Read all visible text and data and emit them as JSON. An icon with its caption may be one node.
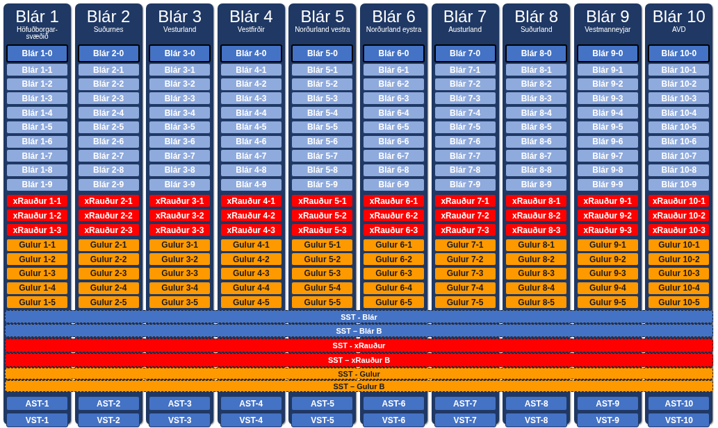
{
  "diagram": {
    "nodes": [
      {
        "text": [
          "Blár 1",
          "Höfuðborgar-svæðið"
        ]
      },
      {
        "text": [
          "Blár 1-0"
        ],
        "in": 0
      },
      {
        "text": [
          "Blár 1-1"
        ],
        "in": 0
      },
      {
        "text": [
          "Blár 1-2"
        ],
        "in": 0
      },
      {
        "text": [
          "Blár 1-3"
        ],
        "in": 0
      },
      {
        "text": [
          "Blár 1-4"
        ],
        "in": 0
      },
      {
        "text": [
          "Blár 1-5"
        ],
        "in": 0
      },
      {
        "text": [
          "Blár 1-6"
        ],
        "in": 0
      },
      {
        "text": [
          "Blár 1-7"
        ],
        "in": 0
      },
      {
        "text": [
          "Blár 1-8"
        ],
        "in": 0
      },
      {
        "text": [
          "Blár 1-9"
        ],
        "in": 0
      },
      {
        "text": [
          "xRauður 1-1"
        ],
        "in": 0
      },
      {
        "text": [
          "xRauður 1-2"
        ],
        "in": 0
      },
      {
        "text": [
          "xRauður 1-3"
        ],
        "in": 0
      },
      {
        "text": [
          "Gulur 1-1"
        ],
        "in": 0
      },
      {
        "text": [
          "Gulur 1-2"
        ],
        "in": 0
      },
      {
        "text": [
          "Gulur 1-3"
        ],
        "in": 0
      },
      {
        "text": [
          "Gulur 1-4"
        ],
        "in": 0
      },
      {
        "text": [
          "Gulur 1-5"
        ],
        "in": 0
      },
      {
        "text": [
          "AST-1"
        ],
        "in": 0
      },
      {
        "text": [
          "VST-1"
        ],
        "in": 0
      },
      {
        "text": [
          "Blár 2",
          "Suðurnes"
        ]
      },
      {
        "text": [
          "Blár 2-0"
        ],
        "in": 21
      },
      {
        "text": [
          "Blár 2-1"
        ],
        "in": 21
      },
      {
        "text": [
          "Blár 2-2"
        ],
        "in": 21
      },
      {
        "text": [
          "Blár 2-3"
        ],
        "in": 21
      },
      {
        "text": [
          "Blár 2-4"
        ],
        "in": 21
      },
      {
        "text": [
          "Blár 2-5"
        ],
        "in": 21
      },
      {
        "text": [
          "Blár 2-6"
        ],
        "in": 21
      },
      {
        "text": [
          "Blár 2-7"
        ],
        "in": 21
      },
      {
        "text": [
          "Blár 2-8"
        ],
        "in": 21
      },
      {
        "text": [
          "Blár 2-9"
        ],
        "in": 21
      },
      {
        "text": [
          "xRauður 2-1"
        ],
        "in": 21
      },
      {
        "text": [
          "xRauður 2-2"
        ],
        "in": 21
      },
      {
        "text": [
          "xRauður 2-3"
        ],
        "in": 21
      },
      {
        "text": [
          "Gulur 2-1"
        ],
        "in": 21
      },
      {
        "text": [
          "Gulur 2-2"
        ],
        "in": 21
      },
      {
        "text": [
          "Gulur 2-3"
        ],
        "in": 21
      },
      {
        "text": [
          "Gulur 2-4"
        ],
        "in": 21
      },
      {
        "text": [
          "Gulur 2-5"
        ],
        "in": 21
      },
      {
        "text": [
          "AST-2"
        ],
        "in": 21
      },
      {
        "text": [
          "VST-2"
        ],
        "in": 21
      },
      {
        "text": [
          "Blár 3",
          "Vesturland"
        ]
      },
      {
        "text": [
          "Blár 3-0"
        ],
        "in": 42
      },
      {
        "text": [
          "Blár 3-1"
        ],
        "in": 42
      },
      {
        "text": [
          "Blár 3-2"
        ],
        "in": 42
      },
      {
        "text": [
          "Blár 3-3"
        ],
        "in": 42
      },
      {
        "text": [
          "Blár 3-4"
        ],
        "in": 42
      },
      {
        "text": [
          "Blár 3-5"
        ],
        "in": 42
      },
      {
        "text": [
          "Blár 3-6"
        ],
        "in": 42
      },
      {
        "text": [
          "Blár 3-7"
        ],
        "in": 42
      },
      {
        "text": [
          "Blár 3-8"
        ],
        "in": 42
      },
      {
        "text": [
          "Blár 3-9"
        ],
        "in": 42
      },
      {
        "text": [
          "xRauður 3-1"
        ],
        "in": 42
      },
      {
        "text": [
          "xRauður 3-2"
        ],
        "in": 42
      },
      {
        "text": [
          "xRauður 3-3"
        ],
        "in": 42
      },
      {
        "text": [
          "Gulur 3-1"
        ],
        "in": 42
      },
      {
        "text": [
          "Gulur 3-2"
        ],
        "in": 42
      },
      {
        "text": [
          "Gulur 3-3"
        ],
        "in": 42
      },
      {
        "text": [
          "Gulur 3-4"
        ],
        "in": 42
      },
      {
        "text": [
          "Gulur 3-5"
        ],
        "in": 42
      },
      {
        "text": [
          "AST-3"
        ],
        "in": 42
      },
      {
        "text": [
          "VST-3"
        ],
        "in": 42
      },
      {
        "text": [
          "Blár 4",
          "Vestfirðir"
        ]
      },
      {
        "text": [
          "Blár 4-0"
        ],
        "in": 63
      },
      {
        "text": [
          "Blár 4-1"
        ],
        "in": 63
      },
      {
        "text": [
          "Blár 4-2"
        ],
        "in": 63
      },
      {
        "text": [
          "Blár 4-3"
        ],
        "in": 63
      },
      {
        "text": [
          "Blár 4-4"
        ],
        "in": 63
      },
      {
        "text": [
          "Blár 4-5"
        ],
        "in": 63
      },
      {
        "text": [
          "Blár 4-6"
        ],
        "in": 63
      },
      {
        "text": [
          "Blár 4-7"
        ],
        "in": 63
      },
      {
        "text": [
          "Blár 4-8"
        ],
        "in": 63
      },
      {
        "text": [
          "Blár 4-9"
        ],
        "in": 63
      },
      {
        "text": [
          "xRauður 4-1"
        ],
        "in": 63
      },
      {
        "text": [
          "xRauður 4-2"
        ],
        "in": 63
      },
      {
        "text": [
          "xRauður 4-3"
        ],
        "in": 63
      },
      {
        "text": [
          "Gulur 4-1"
        ],
        "in": 63
      },
      {
        "text": [
          "Gulur 4-2"
        ],
        "in": 63
      },
      {
        "text": [
          "Gulur 4-3"
        ],
        "in": 63
      },
      {
        "text": [
          "Gulur 4-4"
        ],
        "in": 63
      },
      {
        "text": [
          "Gulur 4-5"
        ],
        "in": 63
      },
      {
        "text": [
          "AST-4"
        ],
        "in": 63
      },
      {
        "text": [
          "VST-4"
        ],
        "in": 63
      },
      {
        "text": [
          "Blár 5",
          "Norðurland vestra"
        ]
      },
      {
        "text": [
          "Blár 5-0"
        ],
        "in": 84
      },
      {
        "text": [
          "Blár 5-1"
        ],
        "in": 84
      },
      {
        "text": [
          "Blár 5-2"
        ],
        "in": 84
      },
      {
        "text": [
          "Blár 5-3"
        ],
        "in": 84
      },
      {
        "text": [
          "Blár 5-4"
        ],
        "in": 84
      },
      {
        "text": [
          "Blár 5-5"
        ],
        "in": 84
      },
      {
        "text": [
          "Blár 5-6"
        ],
        "in": 84
      },
      {
        "text": [
          "Blár 5-7"
        ],
        "in": 84
      },
      {
        "text": [
          "Blár 5-8"
        ],
        "in": 84
      },
      {
        "text": [
          "Blár 5-9"
        ],
        "in": 84
      },
      {
        "text": [
          "xRauður 5-1"
        ],
        "in": 84
      },
      {
        "text": [
          "xRauður 5-2"
        ],
        "in": 84
      },
      {
        "text": [
          "xRauður 5-3"
        ],
        "in": 84
      },
      {
        "text": [
          "Gulur 5-1"
        ],
        "in": 84
      },
      {
        "text": [
          "Gulur 5-2"
        ],
        "in": 84
      },
      {
        "text": [
          "Gulur 5-3"
        ],
        "in": 84
      },
      {
        "text": [
          "Gulur 5-4"
        ],
        "in": 84
      },
      {
        "text": [
          "Gulur 5-5"
        ],
        "in": 84
      },
      {
        "text": [
          "AST-5"
        ],
        "in": 84
      },
      {
        "text": [
          "VST-5"
        ],
        "in": 84
      },
      {
        "text": [
          "Blár 6",
          "Norðurland eystra"
        ]
      },
      {
        "text": [
          "Blár 6-0"
        ],
        "in": 105
      },
      {
        "text": [
          "Blár 6-1"
        ],
        "in": 105
      },
      {
        "text": [
          "Blár 6-2"
        ],
        "in": 105
      },
      {
        "text": [
          "Blár 6-3"
        ],
        "in": 105
      },
      {
        "text": [
          "Blár 6-4"
        ],
        "in": 105
      },
      {
        "text": [
          "Blár 6-5"
        ],
        "in": 105
      },
      {
        "text": [
          "Blár 6-6"
        ],
        "in": 105
      },
      {
        "text": [
          "Blár 6-7"
        ],
        "in": 105
      },
      {
        "text": [
          "Blár 6-8"
        ],
        "in": 105
      },
      {
        "text": [
          "Blár 6-9"
        ],
        "in": 105
      },
      {
        "text": [
          "xRauður 6-1"
        ],
        "in": 105
      },
      {
        "text": [
          "xRauður 6-2"
        ],
        "in": 105
      },
      {
        "text": [
          "xRauður 6-3"
        ],
        "in": 105
      },
      {
        "text": [
          "Gulur 6-1"
        ],
        "in": 105
      },
      {
        "text": [
          "Gulur 6-2"
        ],
        "in": 105
      },
      {
        "text": [
          "Gulur 6-3"
        ],
        "in": 105
      },
      {
        "text": [
          "Gulur 6-4"
        ],
        "in": 105
      },
      {
        "text": [
          "Gulur 6-5"
        ],
        "in": 105
      },
      {
        "text": [
          "AST-6"
        ],
        "in": 105
      },
      {
        "text": [
          "VST-6"
        ],
        "in": 105
      },
      {
        "text": [
          "Blár 7",
          "Austurland"
        ]
      },
      {
        "text": [
          "Blár 7-0"
        ],
        "in": 126
      },
      {
        "text": [
          "Blár 7-1"
        ],
        "in": 126
      },
      {
        "text": [
          "Blár 7-2"
        ],
        "in": 126
      },
      {
        "text": [
          "Blár 7-3"
        ],
        "in": 126
      },
      {
        "text": [
          "Blár 7-4"
        ],
        "in": 126
      },
      {
        "text": [
          "Blár 7-5"
        ],
        "in": 126
      },
      {
        "text": [
          "Blár 7-6"
        ],
        "in": 126
      },
      {
        "text": [
          "Blár 7-7"
        ],
        "in": 126
      },
      {
        "text": [
          "Blár 7-8"
        ],
        "in": 126
      },
      {
        "text": [
          "Blár 7-9"
        ],
        "in": 126
      },
      {
        "text": [
          "xRauður 7-1"
        ],
        "in": 126
      },
      {
        "text": [
          "xRauður 7-2"
        ],
        "in": 126
      },
      {
        "text": [
          "xRauður 7-3"
        ],
        "in": 126
      },
      {
        "text": [
          "Gulur 7-1"
        ],
        "in": 126
      },
      {
        "text": [
          "Gulur 7-2"
        ],
        "in": 126
      },
      {
        "text": [
          "Gulur 7-3"
        ],
        "in": 126
      },
      {
        "text": [
          "Gulur 7-4"
        ],
        "in": 126
      },
      {
        "text": [
          "Gulur 7-5"
        ],
        "in": 126
      },
      {
        "text": [
          "AST-7"
        ],
        "in": 126
      },
      {
        "text": [
          "VST-7"
        ],
        "in": 126
      },
      {
        "text": [
          "Blár 8",
          "Suðurland"
        ]
      },
      {
        "text": [
          "Blár 8-0"
        ],
        "in": 147
      },
      {
        "text": [
          "Blár 8-1"
        ],
        "in": 147
      },
      {
        "text": [
          "Blár 8-2"
        ],
        "in": 147
      },
      {
        "text": [
          "Blár 8-3"
        ],
        "in": 147
      },
      {
        "text": [
          "Blár 8-4"
        ],
        "in": 147
      },
      {
        "text": [
          "Blár 8-5"
        ],
        "in": 147
      },
      {
        "text": [
          "Blár 8-6"
        ],
        "in": 147
      },
      {
        "text": [
          "Blár 8-7"
        ],
        "in": 147
      },
      {
        "text": [
          "Blár 8-8"
        ],
        "in": 147
      },
      {
        "text": [
          "Blár 8-9"
        ],
        "in": 147
      },
      {
        "text": [
          "xRauður 8-1"
        ],
        "in": 147
      },
      {
        "text": [
          "xRauður 8-2"
        ],
        "in": 147
      },
      {
        "text": [
          "xRauður 8-3"
        ],
        "in": 147
      },
      {
        "text": [
          "Gulur 8-1"
        ],
        "in": 147
      },
      {
        "text": [
          "Gulur 8-2"
        ],
        "in": 147
      },
      {
        "text": [
          "Gulur 8-3"
        ],
        "in": 147
      },
      {
        "text": [
          "Gulur 8-4"
        ],
        "in": 147
      },
      {
        "text": [
          "Gulur 8-5"
        ],
        "in": 147
      },
      {
        "text": [
          "AST-8"
        ],
        "in": 147
      },
      {
        "text": [
          "VST-8"
        ],
        "in": 147
      },
      {
        "text": [
          "Blár 9",
          "Vestmanneyjar"
        ]
      },
      {
        "text": [
          "Blár 9-0"
        ],
        "in": 168
      },
      {
        "text": [
          "Blár 9-1"
        ],
        "in": 168
      },
      {
        "text": [
          "Blár 9-2"
        ],
        "in": 168
      },
      {
        "text": [
          "Blár 9-3"
        ],
        "in": 168
      },
      {
        "text": [
          "Blár 9-4"
        ],
        "in": 168
      },
      {
        "text": [
          "Blár 9-5"
        ],
        "in": 168
      },
      {
        "text": [
          "Blár 9-6"
        ],
        "in": 168
      },
      {
        "text": [
          "Blár 9-7"
        ],
        "in": 168
      },
      {
        "text": [
          "Blár 9-8"
        ],
        "in": 168
      },
      {
        "text": [
          "Blár 9-9"
        ],
        "in": 168
      },
      {
        "text": [
          "xRauður 9-1"
        ],
        "in": 168
      },
      {
        "text": [
          "xRauður 9-2"
        ],
        "in": 168
      },
      {
        "text": [
          "xRauður 9-3"
        ],
        "in": 168
      },
      {
        "text": [
          "Gulur 9-1"
        ],
        "in": 168
      },
      {
        "text": [
          "Gulur 9-2"
        ],
        "in": 168
      },
      {
        "text": [
          "Gulur 9-3"
        ],
        "in": 168
      },
      {
        "text": [
          "Gulur 9-4"
        ],
        "in": 168
      },
      {
        "text": [
          "Gulur 9-5"
        ],
        "in": 168
      },
      {
        "text": [
          "AST-9"
        ],
        "in": 168
      },
      {
        "text": [
          "VST-9"
        ],
        "in": 168
      },
      {
        "text": [
          "Blár 10",
          "AVD"
        ]
      },
      {
        "text": [
          "Blár 10-0"
        ],
        "in": 189
      },
      {
        "text": [
          "Blár 10-1"
        ],
        "in": 189
      },
      {
        "text": [
          "Blár 10-2"
        ],
        "in": 189
      },
      {
        "text": [
          "Blár 10-3"
        ],
        "in": 189
      },
      {
        "text": [
          "Blár 10-4"
        ],
        "in": 189
      },
      {
        "text": [
          "Blár 10-5"
        ],
        "in": 189
      },
      {
        "text": [
          "Blár 10-6"
        ],
        "in": 189
      },
      {
        "text": [
          "Blár 10-7"
        ],
        "in": 189
      },
      {
        "text": [
          "Blár 10-8"
        ],
        "in": 189
      },
      {
        "text": [
          "Blár 10-9"
        ],
        "in": 189
      },
      {
        "text": [
          "xRauður 10-1"
        ],
        "in": 189
      },
      {
        "text": [
          "xRauður 10-2"
        ],
        "in": 189
      },
      {
        "text": [
          "xRauður 10-3"
        ],
        "in": 189
      },
      {
        "text": [
          "Gulur 10-1"
        ],
        "in": 189
      },
      {
        "text": [
          "Gulur 10-2"
        ],
        "in": 189
      },
      {
        "text": [
          "Gulur 10-3"
        ],
        "in": 189
      },
      {
        "text": [
          "Gulur 10-4"
        ],
        "in": 189
      },
      {
        "text": [
          "Gulur 10-5"
        ],
        "in": 189
      },
      {
        "text": [
          "AST-10"
        ],
        "in": 189
      },
      {
        "text": [
          "VST-10"
        ],
        "in": 189
      },
      {
        "text": [
          "SST - Blár"
        ]
      },
      {
        "text": [
          "SST – Blár B"
        ]
      },
      {
        "text": [
          "SST - xRauður"
        ]
      },
      {
        "text": [
          "SST – xRauður B"
        ]
      },
      {
        "text": [
          "SST - Gulur"
        ]
      },
      {
        "text": [
          "SST – Gulur B"
        ]
      }
    ]
  }
}
